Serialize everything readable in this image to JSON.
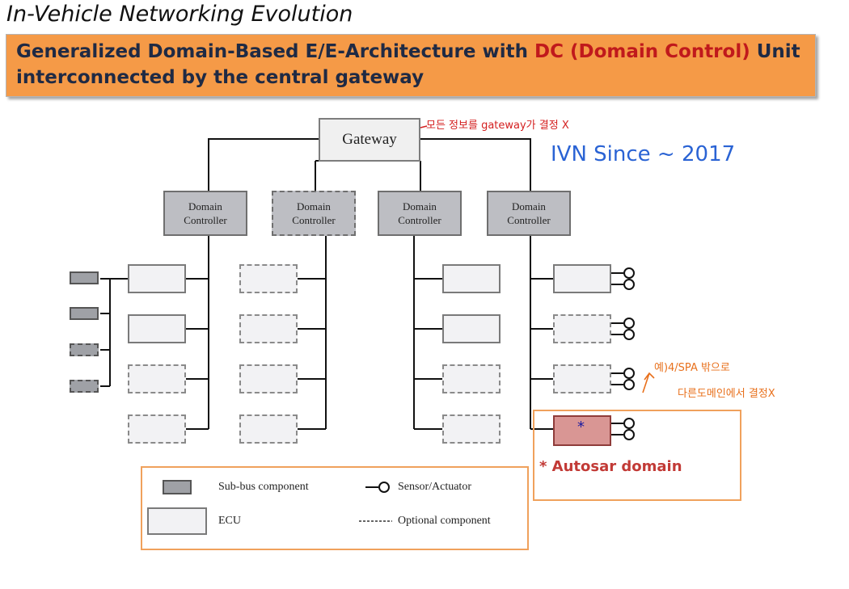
{
  "title": "In-Vehicle Networking Evolution",
  "banner": {
    "text_before": "Generalized Domain-Based E/E-Architecture with ",
    "highlight": "DC (Domain Control)",
    "text_after": " Unit interconnected by the central gateway"
  },
  "diagram": {
    "gateway_label": "Gateway",
    "era_label": "IVN Since ~ 2017",
    "domain_controllers": [
      {
        "line1": "Domain",
        "line2": "Controller",
        "optional": false
      },
      {
        "line1": "Domain",
        "line2": "Controller",
        "optional": true
      },
      {
        "line1": "Domain",
        "line2": "Controller",
        "optional": false
      },
      {
        "line1": "Domain",
        "line2": "Controller",
        "optional": false
      }
    ],
    "autosar_star": "*",
    "autosar_label": "* Autosar domain"
  },
  "legend": {
    "sub_bus": "Sub-bus component",
    "sensor": "Sensor/Actuator",
    "ecu": "ECU",
    "optional": "Optional component"
  },
  "annotations": {
    "gateway_note": "모든 정보를 gateway가 결정 X",
    "domain_note1": "예)4/SPA 밖으로",
    "domain_note2": "다른도메인에서 결정X"
  },
  "colors": {
    "banner_bg": "#f59a47",
    "highlight": "#c0191c",
    "era_text": "#2a63d4",
    "autosar_fill": "#d99694",
    "frame": "#f0a15c"
  }
}
